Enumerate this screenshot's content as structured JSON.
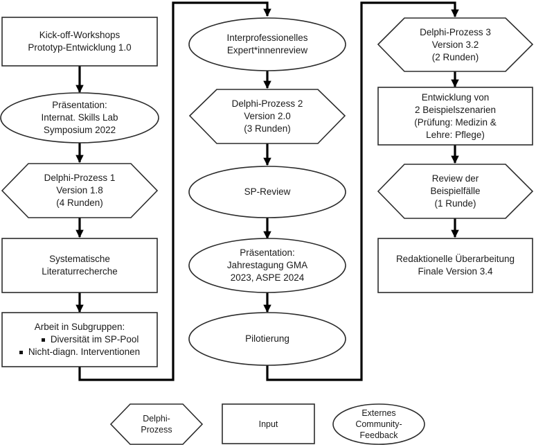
{
  "colors": {
    "stroke": "#1a1a1a",
    "arrow": "#000000",
    "fill": "#ffffff",
    "text": "#1a1a1a"
  },
  "column1": {
    "kickoff": {
      "lines": [
        "Kick-off-Workshops",
        "Prototyp-Entwicklung 1.0"
      ]
    },
    "praesentation1": {
      "lines": [
        "Präsentation:",
        "Internat. Skills Lab",
        "Symposium 2022"
      ]
    },
    "delphi1": {
      "lines": [
        "Delphi-Prozess 1",
        "Version 1.8",
        "(4 Runden)"
      ]
    },
    "literatur": {
      "lines": [
        "Systematische",
        "Literaturrecherche"
      ]
    },
    "subgruppen": {
      "title": "Arbeit in Subgruppen:",
      "bullets": [
        "Diversität im SP-Pool",
        "Nicht-diagn. Interventionen"
      ]
    }
  },
  "column2": {
    "review": {
      "lines": [
        "Interprofessionelles",
        "Expert*innenreview"
      ]
    },
    "delphi2": {
      "lines": [
        "Delphi-Prozess 2",
        "Version 2.0",
        "(3 Runden)"
      ]
    },
    "sp_review": {
      "lines": [
        "SP-Review"
      ]
    },
    "praesentation2": {
      "lines": [
        "Präsentation:",
        "Jahrestagung GMA",
        "2023, ASPE 2024"
      ]
    },
    "pilot": {
      "lines": [
        "Pilotierung"
      ]
    }
  },
  "column3": {
    "delphi3": {
      "lines": [
        "Delphi-Prozess 3",
        "Version 3.2",
        "(2 Runden)"
      ]
    },
    "szenarien": {
      "lines": [
        "Entwicklung von",
        "2 Beispielszenarien",
        "(Prüfung: Medizin &",
        "Lehre: Pflege)"
      ]
    },
    "beispielfaelle": {
      "lines": [
        "Review der",
        "Beispielfälle",
        "(1 Runde)"
      ]
    },
    "final": {
      "lines": [
        "Redaktionelle Überarbeitung",
        "Finale Version 3.4"
      ]
    }
  },
  "legend": {
    "delphi": {
      "lines": [
        "Delphi-",
        "Prozess"
      ]
    },
    "input": {
      "lines": [
        "Input"
      ]
    },
    "feedback": {
      "lines": [
        "Externes",
        "Community-",
        "Feedback"
      ]
    }
  }
}
